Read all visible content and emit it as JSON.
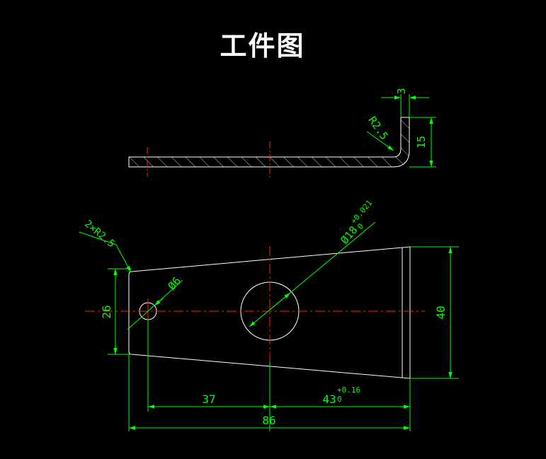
{
  "title": "工件图",
  "colors": {
    "background": "#000000",
    "outline": "#ffffff",
    "centerline": "#ff2020",
    "dimension": "#00ff00",
    "hatch": "#ffffff"
  },
  "dimensions": {
    "thickness": "3",
    "flange_height": "15",
    "bend_radius": "R2.5",
    "corner_radius": "2×R2.5",
    "small_hole": "Ø6",
    "big_hole_main": "Ø18",
    "big_hole_tol_upper": "+0.021",
    "big_hole_tol_lower": "0",
    "left_height": "26",
    "right_height": "40",
    "hole_spacing": "37",
    "right_length_main": "43",
    "right_length_tol_upper": "+0.16",
    "right_length_tol_lower": "0",
    "total_length": "86"
  }
}
